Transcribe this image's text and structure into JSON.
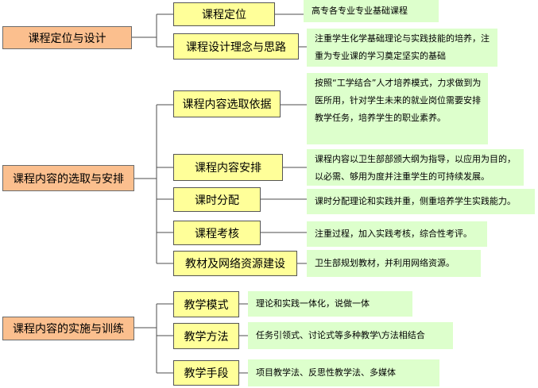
{
  "groups": [
    {
      "label": "课程定位与设计",
      "items": [
        {
          "topic": "课程定位",
          "desc": "高专各专业专业基础课程"
        },
        {
          "topic": "课程设计理念与思路",
          "desc": "注重学生化学基础理论与实践技能的培养，注重为专业课的学习奠定坚实的基础"
        }
      ]
    },
    {
      "label": "课程内容的选取与安排",
      "items": [
        {
          "topic": "课程内容选取依据",
          "desc": "按照“工学结合”人才培养模式，力求做到为医所用，针对学生未来的就业岗位需要安排教学任务，培养学生的职业素养。"
        },
        {
          "topic": "课程内容安排",
          "desc": "课程内容以卫生部部颁大纲为指导，以应用为目的，以必需、够用为度并注重学生的可持续发展。"
        },
        {
          "topic": "课时分配",
          "desc": "课时分配理论和实践并重，侧重培养学生实践能力。"
        },
        {
          "topic": "课程考核",
          "desc": "注重过程，加入实践考核，综合性考评。"
        },
        {
          "topic": "教材及网络资源建设",
          "desc": "卫生部规划教材，并利用网络资源。"
        }
      ]
    },
    {
      "label": "课程内容的实施与训练",
      "items": [
        {
          "topic": "教学模式",
          "desc": "理论和实践一体化，说做一体"
        },
        {
          "topic": "教学方法",
          "desc": "任务引领式、讨论式等多种教学\\方法相结合"
        },
        {
          "topic": "教学手段",
          "desc": "项目教学法、反思性教学法、多媒体"
        }
      ]
    }
  ]
}
